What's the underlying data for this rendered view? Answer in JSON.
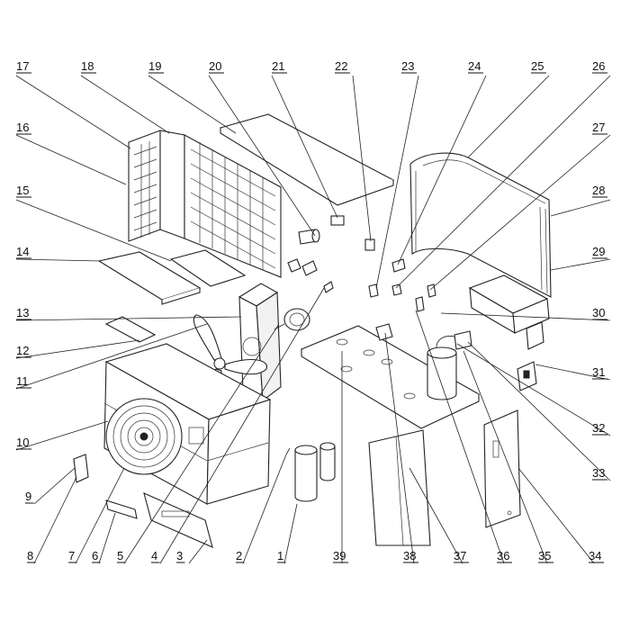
{
  "diagram": {
    "type": "exploded-parts-view",
    "callouts": [
      {
        "id": "17",
        "label": "17"
      },
      {
        "id": "18",
        "label": "18"
      },
      {
        "id": "19",
        "label": "19"
      },
      {
        "id": "20",
        "label": "20"
      },
      {
        "id": "21",
        "label": "21"
      },
      {
        "id": "22",
        "label": "22"
      },
      {
        "id": "23",
        "label": "23"
      },
      {
        "id": "24",
        "label": "24"
      },
      {
        "id": "25",
        "label": "25"
      },
      {
        "id": "26",
        "label": "26"
      },
      {
        "id": "16",
        "label": "16"
      },
      {
        "id": "27",
        "label": "27"
      },
      {
        "id": "15",
        "label": "15"
      },
      {
        "id": "28",
        "label": "28"
      },
      {
        "id": "14",
        "label": "14"
      },
      {
        "id": "29",
        "label": "29"
      },
      {
        "id": "13",
        "label": "13"
      },
      {
        "id": "30",
        "label": "30"
      },
      {
        "id": "12",
        "label": "12"
      },
      {
        "id": "11",
        "label": "11"
      },
      {
        "id": "31",
        "label": "31"
      },
      {
        "id": "32",
        "label": "32"
      },
      {
        "id": "10",
        "label": "10"
      },
      {
        "id": "9",
        "label": "9"
      },
      {
        "id": "33",
        "label": "33"
      },
      {
        "id": "8",
        "label": "8"
      },
      {
        "id": "7",
        "label": "7"
      },
      {
        "id": "6",
        "label": "6"
      },
      {
        "id": "5",
        "label": "5"
      },
      {
        "id": "4",
        "label": "4"
      },
      {
        "id": "3",
        "label": "3"
      },
      {
        "id": "2",
        "label": "2"
      },
      {
        "id": "1",
        "label": "1"
      },
      {
        "id": "39",
        "label": "39"
      },
      {
        "id": "38",
        "label": "38"
      },
      {
        "id": "37",
        "label": "37"
      },
      {
        "id": "36",
        "label": "36"
      },
      {
        "id": "35",
        "label": "35"
      },
      {
        "id": "34",
        "label": "34"
      }
    ]
  }
}
